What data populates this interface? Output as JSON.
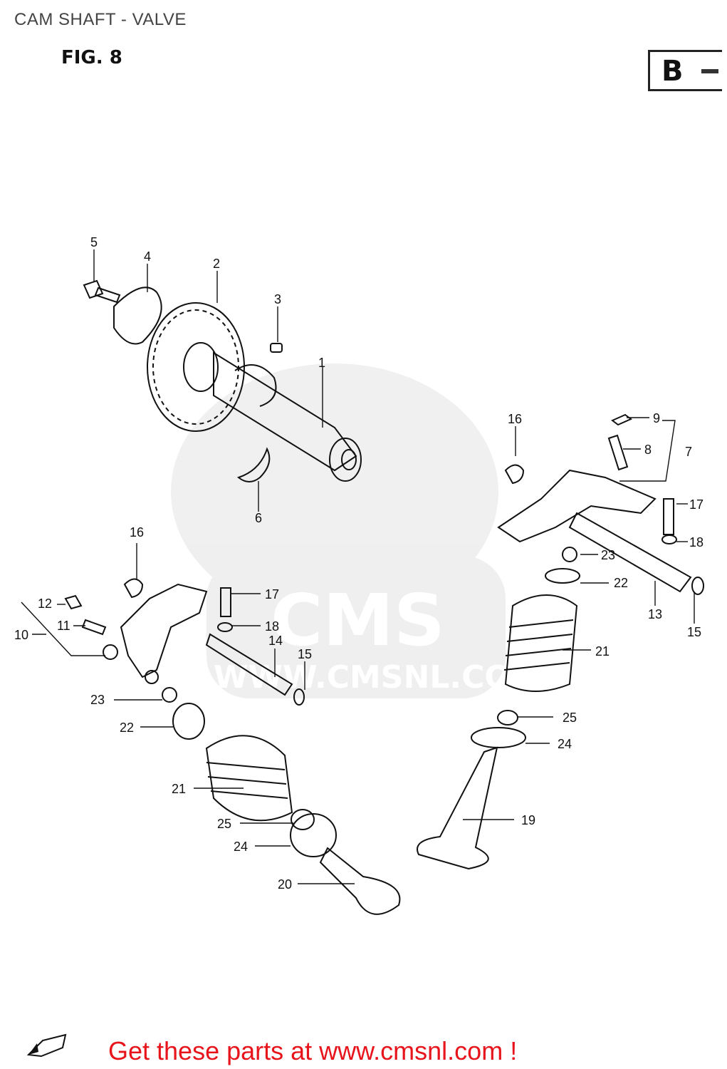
{
  "page": {
    "title": "CAM SHAFT - VALVE"
  },
  "figure": {
    "label": "FIG. 8",
    "section_letter": "B"
  },
  "watermark": {
    "brand": "CMS",
    "url": "WWW.CMSNL.COM"
  },
  "footer": {
    "text": "Get these parts at www.cmsnl.com !"
  },
  "callouts": [
    {
      "id": "c1",
      "number": "1"
    },
    {
      "id": "c2",
      "number": "2"
    },
    {
      "id": "c3",
      "number": "3"
    },
    {
      "id": "c4",
      "number": "4"
    },
    {
      "id": "c5",
      "number": "5"
    },
    {
      "id": "c6",
      "number": "6"
    },
    {
      "id": "c7",
      "number": "7"
    },
    {
      "id": "c8",
      "number": "8"
    },
    {
      "id": "c9",
      "number": "9"
    },
    {
      "id": "c16a",
      "number": "16"
    },
    {
      "id": "c17a",
      "number": "17"
    },
    {
      "id": "c18a",
      "number": "18"
    },
    {
      "id": "c23a",
      "number": "23"
    },
    {
      "id": "c22a",
      "number": "22"
    },
    {
      "id": "c13",
      "number": "13"
    },
    {
      "id": "c15a",
      "number": "15"
    },
    {
      "id": "c21a",
      "number": "21"
    },
    {
      "id": "c25a",
      "number": "25"
    },
    {
      "id": "c24a",
      "number": "24"
    },
    {
      "id": "c19",
      "number": "19"
    },
    {
      "id": "c16b",
      "number": "16"
    },
    {
      "id": "c12",
      "number": "12"
    },
    {
      "id": "c11",
      "number": "11"
    },
    {
      "id": "c10",
      "number": "10"
    },
    {
      "id": "c17b",
      "number": "17"
    },
    {
      "id": "c18b",
      "number": "18"
    },
    {
      "id": "c14",
      "number": "14"
    },
    {
      "id": "c15b",
      "number": "15"
    },
    {
      "id": "c23b",
      "number": "23"
    },
    {
      "id": "c22b",
      "number": "22"
    },
    {
      "id": "c21b",
      "number": "21"
    },
    {
      "id": "c25b",
      "number": "25"
    },
    {
      "id": "c24b",
      "number": "24"
    },
    {
      "id": "c20",
      "number": "20"
    }
  ]
}
